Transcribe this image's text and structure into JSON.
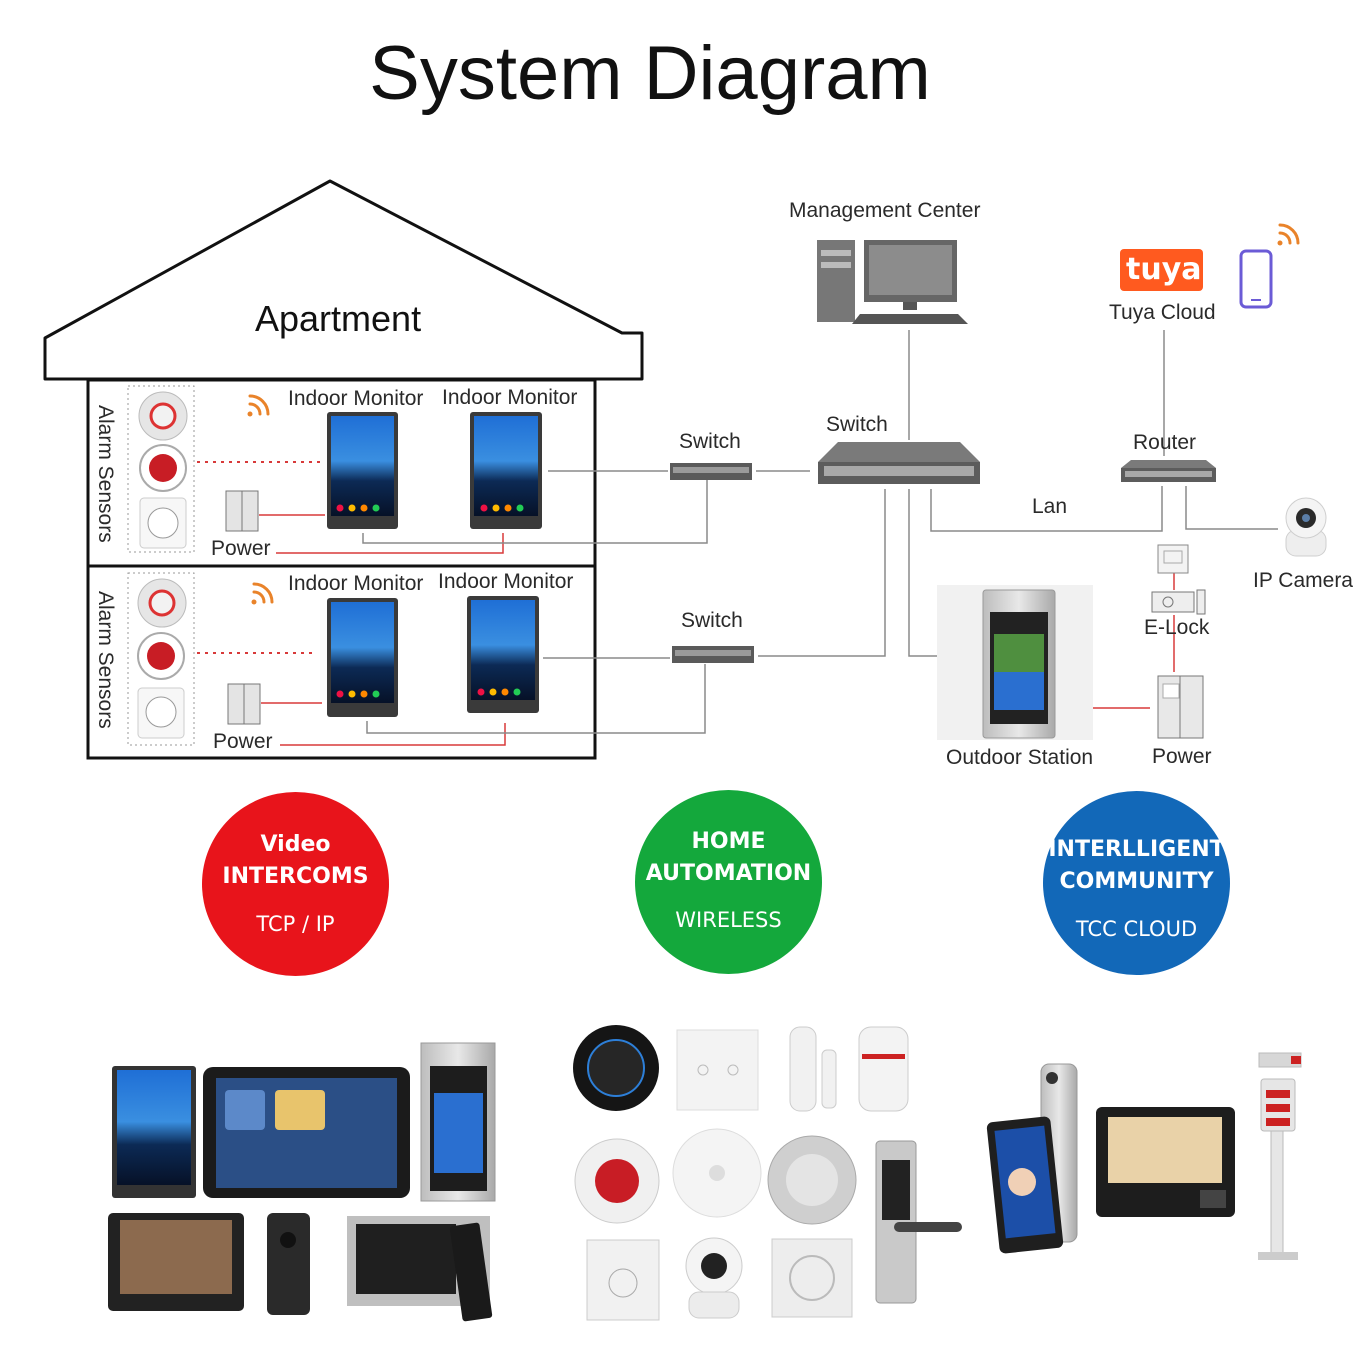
{
  "title": "System Diagram",
  "apartment": {
    "label": "Apartment",
    "floors": [
      {
        "alarm_sensors": "Alarm Sensors",
        "monitors": [
          "Indoor Monitor",
          "Indoor Monitor"
        ],
        "power": "Power",
        "switch": "Switch"
      },
      {
        "alarm_sensors": "Alarm Sensors",
        "monitors": [
          "Indoor Monitor",
          "Indoor Monitor"
        ],
        "power": "Power",
        "switch": "Switch"
      }
    ]
  },
  "network": {
    "management_center": "Management Center",
    "main_switch": "Switch",
    "router": "Router",
    "lan": "Lan",
    "tuya_logo": "tuya",
    "tuya_cloud": "Tuya Cloud",
    "ip_camera": "IP Camera",
    "e_lock": "E-Lock",
    "outdoor_station": "Outdoor Station",
    "power": "Power"
  },
  "features": [
    {
      "line1": "Video",
      "line2": "INTERCOMS",
      "sub": "TCP / IP",
      "color": "#e8141b"
    },
    {
      "line1": "HOME",
      "line2": "AUTOMATION",
      "sub": "WIRELESS",
      "color": "#14a83c"
    },
    {
      "line1": "INTERLLIGENT",
      "line2": "COMMUNITY",
      "sub": "TCC CLOUD",
      "color": "#1268b8"
    }
  ],
  "colors": {
    "line_gray": "#8a8a8a",
    "line_red": "#d83a3a",
    "tuya_orange": "#ff5a1f",
    "wifi_orange": "#e9832a",
    "phone_purple": "#6b5bd6"
  }
}
